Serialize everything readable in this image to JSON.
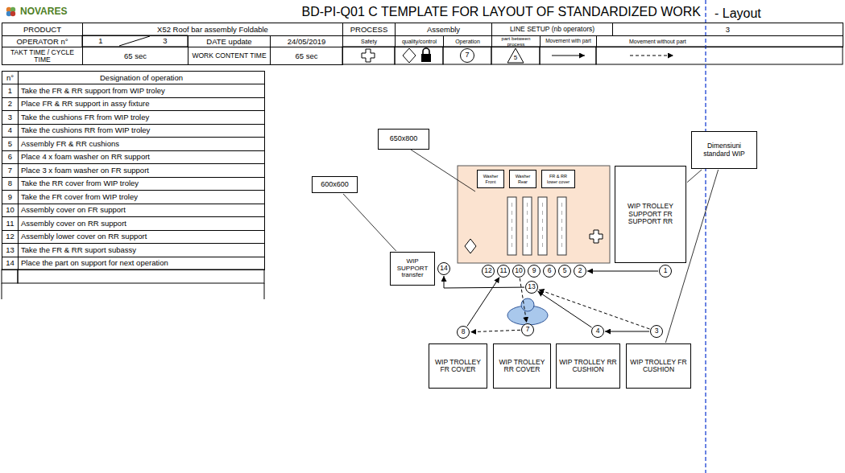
{
  "diagram": {
    "title": "BD-PI-Q01 C TEMPLATE FOR LAYOUT OF STANDARDIZED WORK",
    "nodes": [
      {
        "text": [
          "7"
        ]
      },
      {
        "text": [
          "5"
        ]
      },
      {
        "text": [
          "650x800"
        ]
      },
      {
        "text": [
          "600x600"
        ]
      },
      {
        "text": [
          "Dimensiuni standard WIP"
        ]
      },
      {
        "text": [
          "Washer Front"
        ]
      },
      {
        "text": [
          "Washer Rear"
        ]
      },
      {
        "text": [
          "FR & RR lower cover"
        ]
      },
      {
        "text": [
          "WIP TROLLEY SUPPORT FR SUPPORT RR"
        ]
      },
      {
        "text": [
          "WIP SUPPORT transfer"
        ]
      },
      {
        "text": [
          "WIP TROLLEY FR COVER"
        ]
      },
      {
        "text": [
          "WIP TROLLEY RR COVER"
        ]
      },
      {
        "text": [
          "WIP TROLLEY RR CUSHION"
        ]
      },
      {
        "text": [
          "WIP TROLLEY FR CUSHION"
        ]
      },
      {
        "text": [
          "12"
        ]
      },
      {
        "text": [
          "11"
        ]
      },
      {
        "text": [
          "10"
        ]
      },
      {
        "text": [
          "9"
        ]
      },
      {
        "text": [
          "6"
        ]
      },
      {
        "text": [
          "5"
        ]
      },
      {
        "text": [
          "2"
        ]
      },
      {
        "text": [
          "13"
        ]
      },
      {
        "text": [
          "14"
        ]
      },
      {
        "text": [
          "1"
        ]
      },
      {
        "text": [
          "3"
        ]
      },
      {
        "text": [
          "4"
        ]
      },
      {
        "text": [
          "7"
        ]
      },
      {
        "text": [
          "8"
        ]
      }
    ],
    "edges": [
      {
        "from": 23,
        "to": 20,
        "arrow": "to"
      },
      {
        "from": 24,
        "to": 25,
        "arrow": "to"
      },
      {
        "from": 25,
        "to": 21,
        "arrow": "to"
      },
      {
        "from": 24,
        "to": 21,
        "arrow": "to"
      },
      {
        "from": 21,
        "to": 22,
        "arrow": "to"
      },
      {
        "from": 16,
        "to": 26,
        "arrow": "to"
      },
      {
        "from": 27,
        "to": 15,
        "arrow": "to"
      },
      {
        "from": 26,
        "to": 27,
        "arrow": "to"
      },
      {
        "from": 3,
        "to": 9,
        "arrow": "none"
      },
      {
        "from": 4,
        "to": 8,
        "arrow": "none"
      },
      {
        "from": 4,
        "to": 13,
        "arrow": "none"
      }
    ],
    "labels": [
      "NOVARES",
      "- Layout",
      "PRODUCT",
      "X52 Roof bar assembly Foldable",
      "PROCESS",
      "Assembly",
      "LINE SETUP (nb operators)",
      "3",
      "OPERATOR n°",
      "1",
      "3",
      "DATE update",
      "24/05/2019",
      "Safety",
      "quality/control",
      "Operation",
      "part between process",
      "Movement with part",
      "Movement without part",
      "TAKT TIME / CYCLE TIME",
      "65 sec",
      "WORK CONTENT TIME",
      "65 sec",
      "n°",
      "Designation of operation",
      "1",
      "Take the FR & RR support from WIP troley",
      "2",
      "Place FR & RR support in assy fixture",
      "3",
      "Take the cushions FR from WIP troley",
      "4",
      "Take the cushions RR from WIP troley",
      "5",
      "Assembly FR & RR cushions",
      "6",
      "Place 4 x foam washer on RR support",
      "7",
      "Place 3 x foam washer on FR support",
      "8",
      "Take the RR cover from WIP troley",
      "9",
      "Take the FR cover from WIP troley",
      "10",
      "Assembly cover on FR support",
      "11",
      "Assembly cover on RR support",
      "12",
      "Assembly lower cover on RR support",
      "13",
      "Take the FR & RR suport subassy",
      "14",
      "Place the part on support for next operation"
    ]
  }
}
